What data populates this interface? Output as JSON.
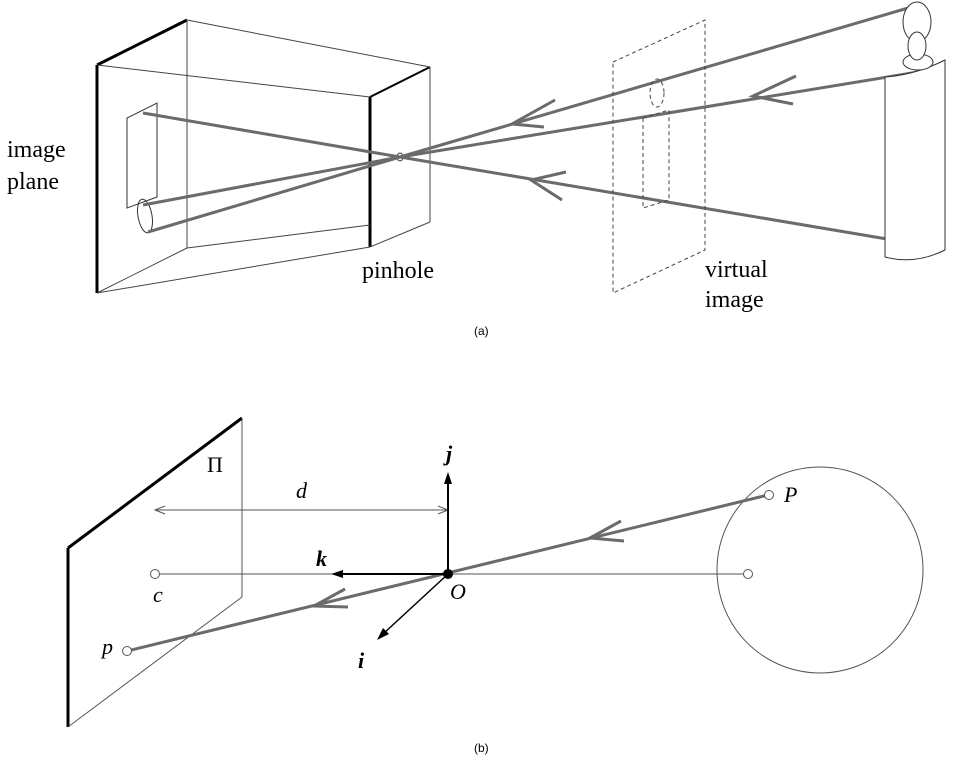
{
  "panel_a": {
    "label_image_plane_line1": "image",
    "label_image_plane_line2": "plane",
    "label_pinhole": "pinhole",
    "label_virtual_line1": "virtual",
    "label_virtual_line2": "image",
    "caption": "(a)"
  },
  "panel_b": {
    "label_plane": "Π",
    "label_d": "d",
    "label_j": "j",
    "label_k": "k",
    "label_i": "i",
    "label_O": "O",
    "label_c": "c",
    "label_p": "p",
    "label_P": "P",
    "caption": "(b)"
  },
  "colors": {
    "ray": "#6b6b6b",
    "thin_line": "#555555",
    "thick_line": "#000000"
  }
}
